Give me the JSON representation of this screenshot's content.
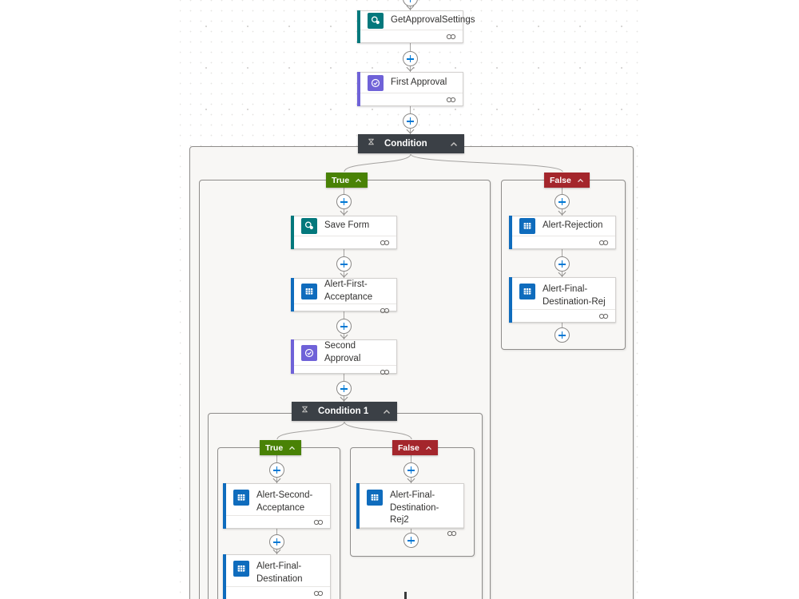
{
  "app": {
    "name": "flow-designer-canvas"
  },
  "nodes": {
    "getApprovalSettings": "GetApprovalSettings",
    "firstApproval": "First Approval",
    "condition": "Condition",
    "saveForm": "Save Form",
    "alertFirstAcceptance": "Alert-First-Acceptance",
    "secondApproval": "Second Approval",
    "condition1": "Condition 1",
    "alertSecondAcceptance": "Alert-Second-Acceptance",
    "alertFinalDestination": "Alert-Final-Destination",
    "alertFinalDestinationRej2": "Alert-Final-Destination-Rej2",
    "alertRejection": "Alert-Rejection",
    "alertFinalDestinationRej": "Alert-Final-Destination-Rej"
  },
  "badges": {
    "trueLabel": "True",
    "falseLabel": "False"
  },
  "colors": {
    "sharepointTeal": "#03787c",
    "approvalsPurple": "#6f62d8",
    "outlookBlue": "#0f6cbd",
    "conditionHeader": "#3b4046",
    "trueGreen": "#498205",
    "falseRed": "#a4262c",
    "plusBlue": "#0078d4",
    "connectorGray": "#a5a3a1"
  }
}
